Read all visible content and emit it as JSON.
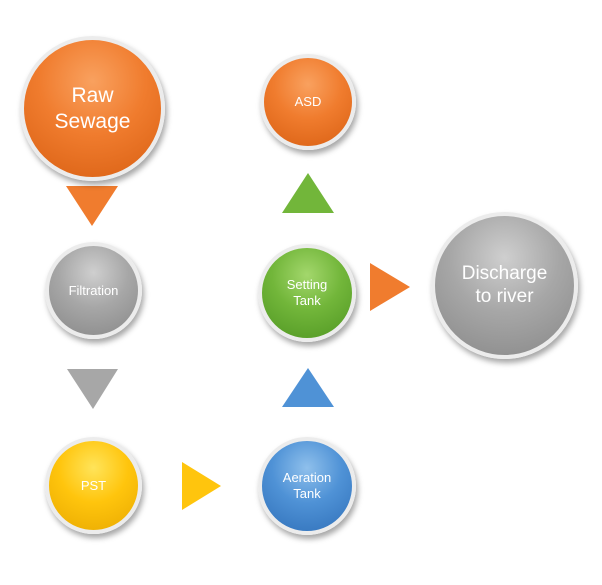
{
  "nodes": {
    "raw_sewage": {
      "line1": "Raw",
      "line2": "Sewage"
    },
    "asd": {
      "label": "ASD"
    },
    "filtration": {
      "label": "Filtration"
    },
    "setting_tank": {
      "line1": "Setting",
      "line2": "Tank"
    },
    "discharge": {
      "line1": "Discharge",
      "line2": "to river"
    },
    "pst": {
      "label": "PST"
    },
    "aeration_tank": {
      "line1": "Aeration",
      "line2": "Tank"
    }
  },
  "colors": {
    "orange": "#f07c2e",
    "gray": "#a7a7a7",
    "green": "#72b63a",
    "yellow": "#ffc50d",
    "blue": "#4f92d6"
  }
}
